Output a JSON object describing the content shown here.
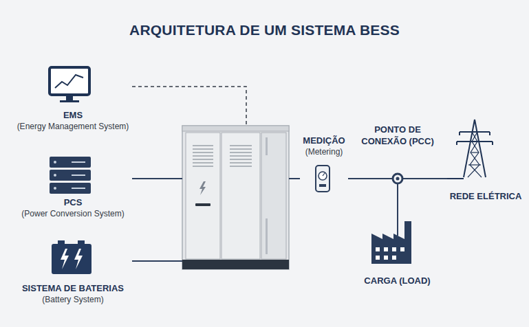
{
  "diagram": {
    "title": "ARQUITETURA DE UM SISTEMA BESS",
    "nodes": [
      {
        "text": [
          "EMS",
          "(Energy Management System)"
        ]
      },
      {
        "text": [
          "PCS",
          "(Power Conversion System)"
        ]
      },
      {
        "text": [
          "SISTEMA DE BATERIAS",
          "(Battery System)"
        ]
      },
      {
        "text": []
      },
      {
        "text": [
          "MEDIÇÃO",
          "(Metering)"
        ]
      },
      {
        "text": [
          "PONTO DE CONEXÃO (PCC)"
        ]
      },
      {
        "text": [
          "REDE ELÉTRICA"
        ]
      },
      {
        "text": [
          "CARGA (LOAD)"
        ]
      }
    ],
    "edges": [
      {
        "from": 0,
        "to": 3,
        "arrow": "none"
      },
      {
        "from": 1,
        "to": 3,
        "arrow": "none"
      },
      {
        "from": 2,
        "to": 3,
        "arrow": "none"
      },
      {
        "from": 3,
        "to": 4,
        "arrow": "none"
      },
      {
        "from": 4,
        "to": 5,
        "arrow": "none"
      },
      {
        "from": 5,
        "to": 6,
        "arrow": "none"
      },
      {
        "from": 5,
        "to": 7,
        "arrow": "none"
      }
    ]
  }
}
